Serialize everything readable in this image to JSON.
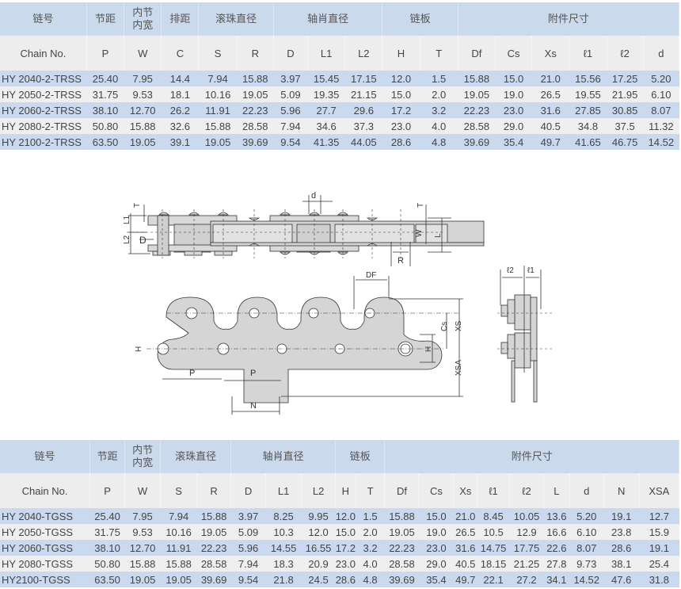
{
  "table1": {
    "group_headers": [
      {
        "label": "链号",
        "span": 1
      },
      {
        "label": "节距",
        "span": 1
      },
      {
        "label": "内节\n内宽",
        "span": 1
      },
      {
        "label": "排距",
        "span": 1
      },
      {
        "label": "滚珠直径",
        "span": 2
      },
      {
        "label": "轴肖直径",
        "span": 3
      },
      {
        "label": "链板",
        "span": 2
      },
      {
        "label": "附件尺寸",
        "span": 6
      }
    ],
    "columns": [
      "Chain No.",
      "P",
      "W",
      "C",
      "S",
      "R",
      "D",
      "L1",
      "L2",
      "H",
      "T",
      "Df",
      "Cs",
      "Xs",
      "ℓ1",
      "ℓ2",
      "d"
    ],
    "rows": [
      [
        "HY 2040-2-TRSS",
        "25.40",
        "7.95",
        "14.4",
        "7.94",
        "15.88",
        "3.97",
        "15.45",
        "17.15",
        "12.0",
        "1.5",
        "15.88",
        "15.0",
        "21.0",
        "15.56",
        "17.25",
        "5.20"
      ],
      [
        "HY 2050-2-TRSS",
        "31.75",
        "9.53",
        "18.1",
        "10.16",
        "19.05",
        "5.09",
        "19.35",
        "21.15",
        "15.0",
        "2.0",
        "19.05",
        "19.0",
        "26.5",
        "19.55",
        "21.95",
        "6.10"
      ],
      [
        "HY 2060-2-TRSS",
        "38.10",
        "12.70",
        "26.2",
        "11.91",
        "22.23",
        "5.96",
        "27.7",
        "29.6",
        "17.2",
        "3.2",
        "22.23",
        "23.0",
        "31.6",
        "27.85",
        "30.85",
        "8.07"
      ],
      [
        "HY 2080-2-TRSS",
        "50.80",
        "15.88",
        "32.6",
        "15.88",
        "28.58",
        "7.94",
        "34.6",
        "37.3",
        "23.0",
        "4.0",
        "28.58",
        "29.0",
        "40.5",
        "34.8",
        "37.5",
        "11.32"
      ],
      [
        "HY 2100-2-TRSS",
        "63.50",
        "19.05",
        "39.1",
        "19.05",
        "39.69",
        "9.54",
        "41.35",
        "44.05",
        "28.6",
        "4.8",
        "39.69",
        "35.4",
        "49.7",
        "41.65",
        "46.75",
        "14.52"
      ]
    ]
  },
  "table2": {
    "group_headers": [
      {
        "label": "链号",
        "span": 1
      },
      {
        "label": "节距",
        "span": 1
      },
      {
        "label": "内节\n内宽",
        "span": 1
      },
      {
        "label": "滚珠直径",
        "span": 2
      },
      {
        "label": "轴肖直径",
        "span": 3
      },
      {
        "label": "链板",
        "span": 2
      },
      {
        "label": "附件尺寸",
        "span": 9
      }
    ],
    "columns": [
      "Chain No.",
      "P",
      "W",
      "S",
      "R",
      "D",
      "L1",
      "L2",
      "H",
      "T",
      "Df",
      "Cs",
      "Xs",
      "ℓ1",
      "ℓ2",
      "L",
      "d",
      "N",
      "XSA"
    ],
    "rows": [
      [
        "HY 2040-TGSS",
        "25.40",
        "7.95",
        "7.94",
        "15.88",
        "3.97",
        "8.25",
        "9.95",
        "12.0",
        "1.5",
        "15.88",
        "15.0",
        "21.0",
        "8.45",
        "10.05",
        "13.6",
        "5.20",
        "19.1",
        "12.7"
      ],
      [
        "HY 2050-TGSS",
        "31.75",
        "9.53",
        "10.16",
        "19.05",
        "5.09",
        "10.3",
        "12.0",
        "15.0",
        "2.0",
        "19.05",
        "19.0",
        "26.5",
        "10.5",
        "12.9",
        "16.6",
        "6.10",
        "23.8",
        "15.9"
      ],
      [
        "HY 2060-TGSS",
        "38.10",
        "12.70",
        "11.91",
        "22.23",
        "5.96",
        "14.55",
        "16.55",
        "17.2",
        "3.2",
        "22.23",
        "23.0",
        "31.6",
        "14.75",
        "17.75",
        "22.6",
        "8.07",
        "28.6",
        "19.1"
      ],
      [
        "HY 2080-TGSS",
        "50.80",
        "15.88",
        "15.88",
        "28.58",
        "7.94",
        "18.3",
        "20.9",
        "23.0",
        "4.0",
        "28.58",
        "29.0",
        "40.5",
        "18.15",
        "21.25",
        "27.8",
        "9.73",
        "38.1",
        "25.4"
      ],
      [
        "HY2100-TGSS",
        "63.50",
        "19.05",
        "19.05",
        "39.69",
        "9.54",
        "21.8",
        "24.5",
        "28.6",
        "4.8",
        "39.69",
        "35.4",
        "49.7",
        "22.1",
        "27.2",
        "34.1",
        "14.52",
        "47.6",
        "31.8"
      ]
    ]
  },
  "diagram": {
    "top_view_labels": {
      "T_left": "T",
      "L1": "L1",
      "L2": "L2",
      "D": "D",
      "d": "d",
      "T_right": "T",
      "W": "W",
      "L": "L",
      "R": "R"
    },
    "side_view_labels": {
      "DF": "DF",
      "H_left": "H",
      "H_right": "H",
      "Cs": "Cs",
      "XS": "XS",
      "XSA": "XSA",
      "P1": "P",
      "P2": "P",
      "N": "N"
    },
    "end_view_labels": {
      "l2": "ℓ2",
      "l1": "ℓ1"
    }
  },
  "colors": {
    "header_blue": "#cbd9ec",
    "header_gray": "#ededed",
    "row_blue": "#cad9ee",
    "row_gray": "#efefef",
    "line": "#333333",
    "fill": "#d7d7d7"
  }
}
